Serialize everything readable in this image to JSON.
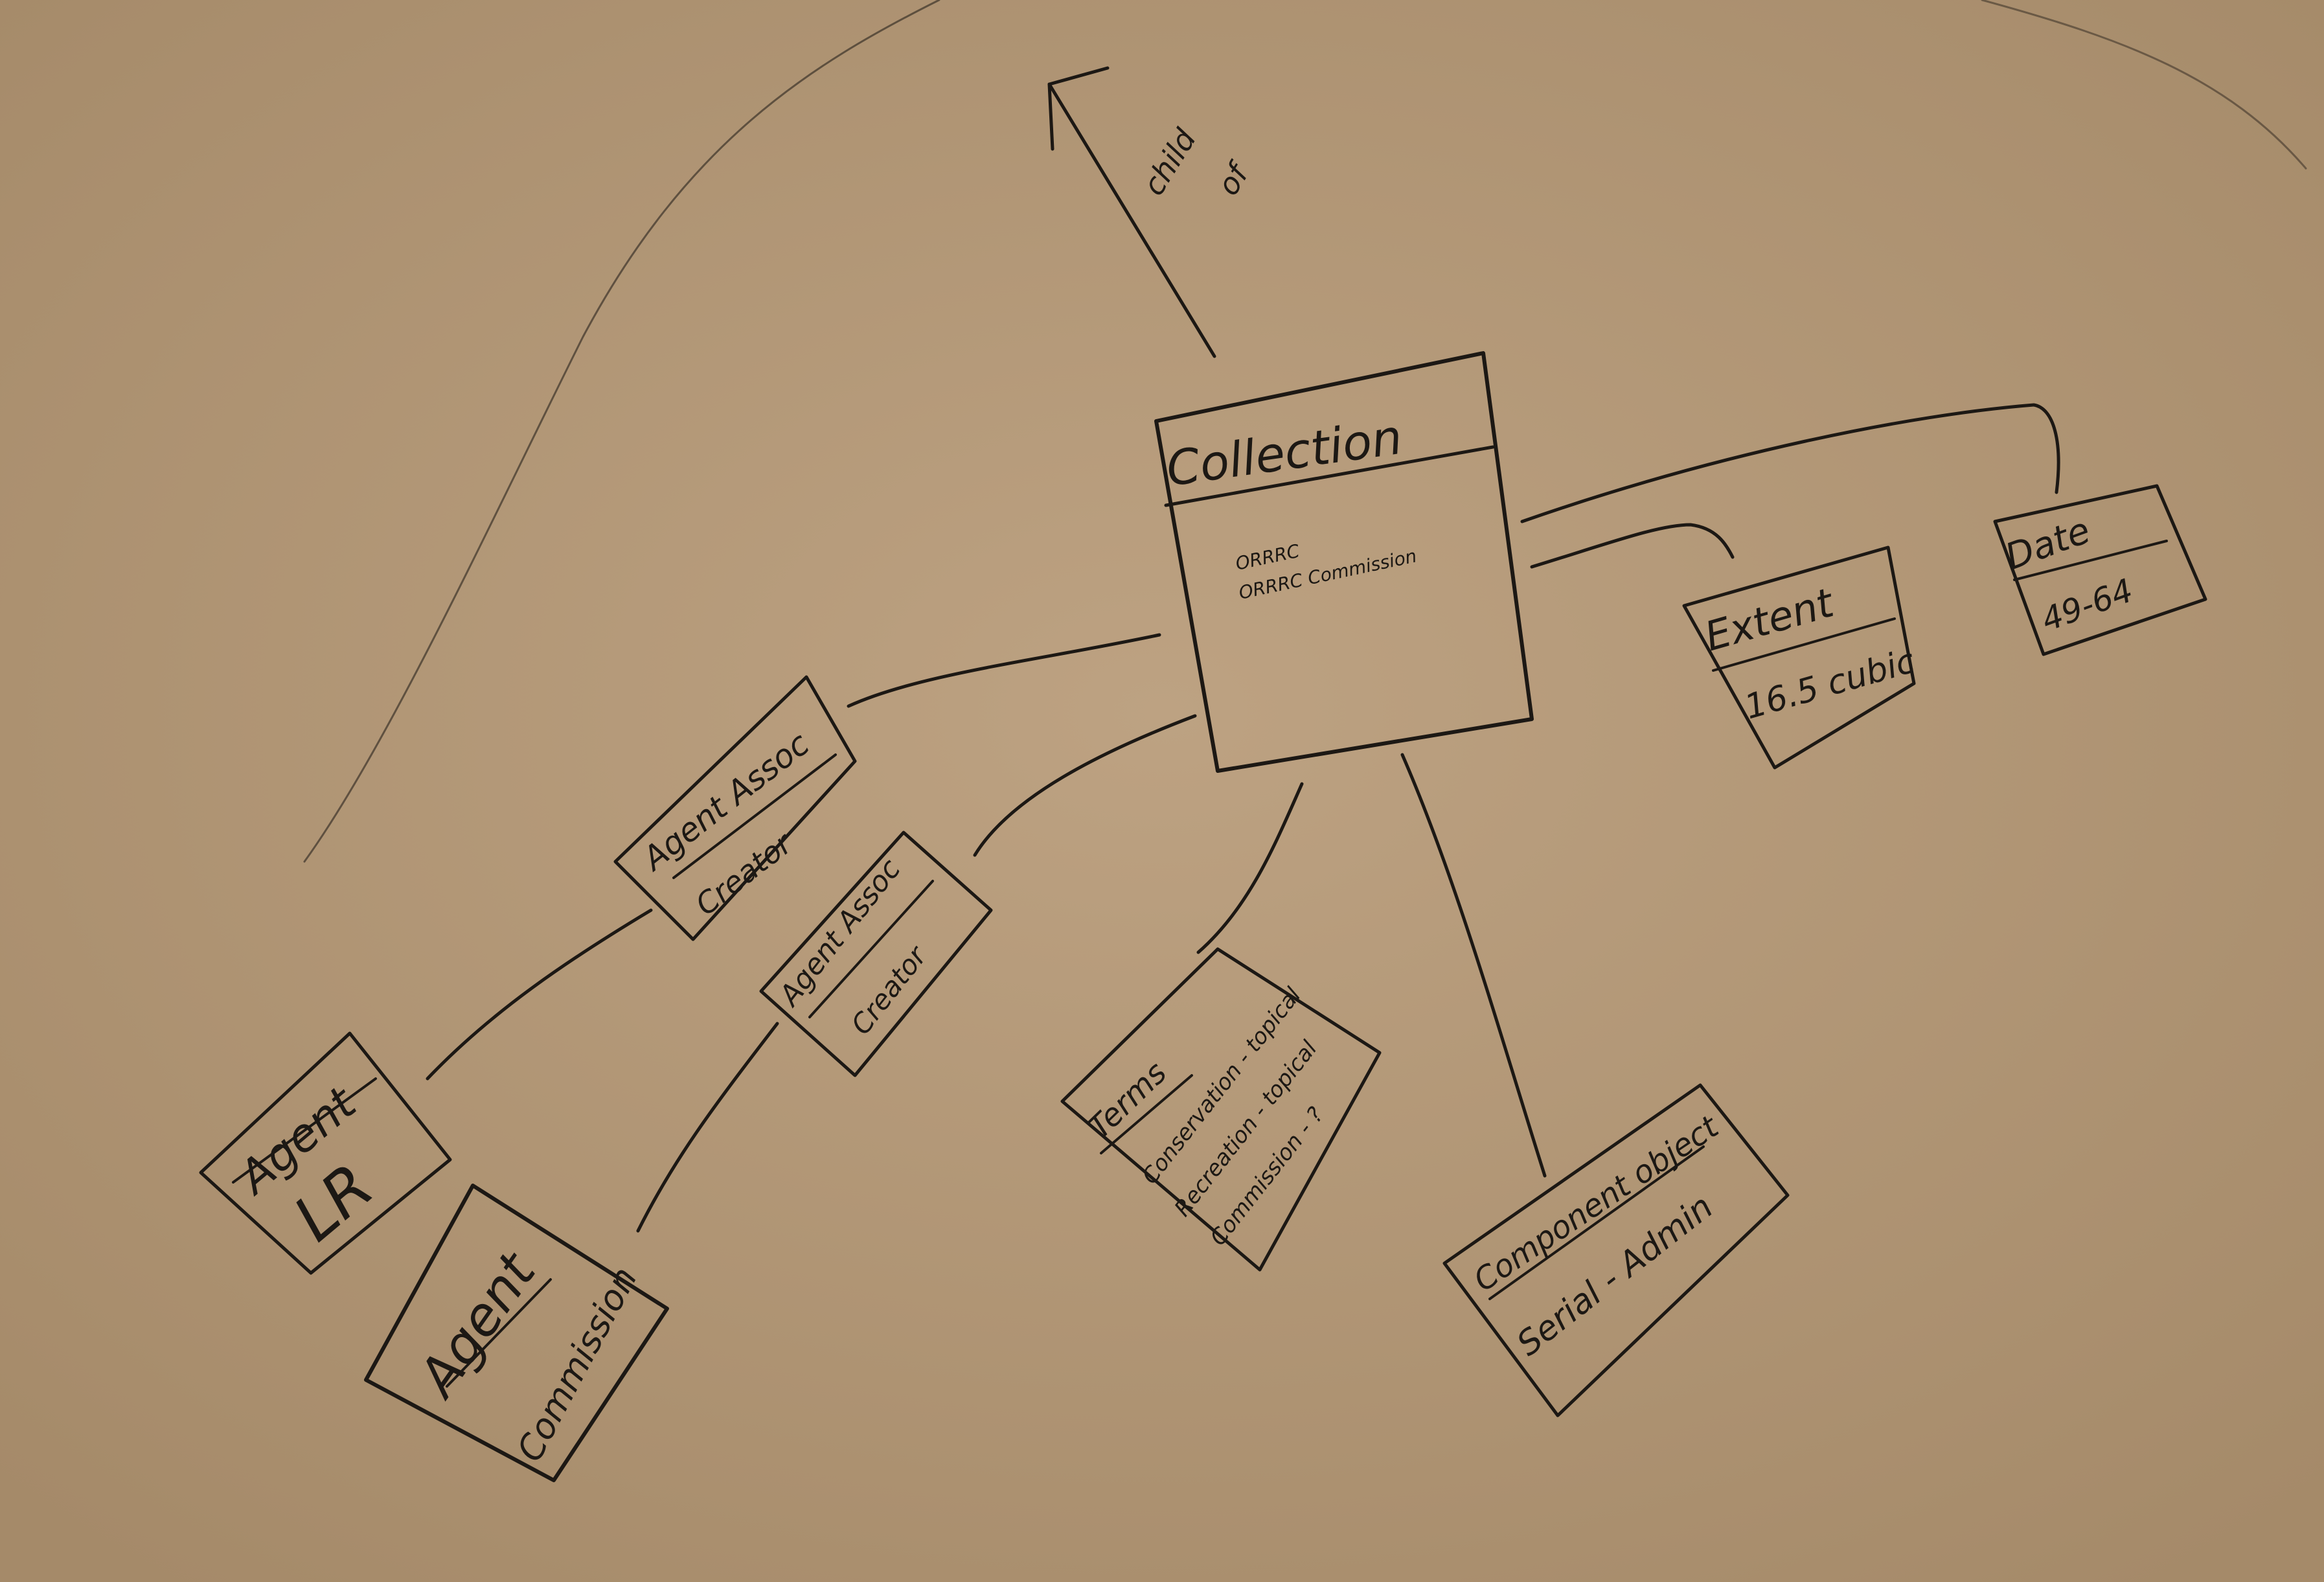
{
  "diagram": {
    "relation_label_1": "child",
    "relation_label_2": "of",
    "collection": {
      "title": "Collection",
      "body_line_1": "ORRRC",
      "body_line_2": "ORRRC Commission"
    },
    "extent": {
      "title": "Extent",
      "value": "16.5 cubic"
    },
    "date": {
      "title": "Date",
      "value": "49-64"
    },
    "agent_assoc_1": {
      "title": "Agent Assoc",
      "value": "Creator"
    },
    "agent_assoc_2": {
      "title": "Agent Assoc",
      "value": "Creator"
    },
    "agent_lr": {
      "title": "Agent",
      "value": "LR"
    },
    "agent_commission": {
      "title": "Agent",
      "value": "Commission"
    },
    "terms": {
      "title": "Terms",
      "line_1": "Conservation - topical",
      "line_2": "Recreation - topical",
      "line_3": "Commission - ?"
    },
    "component": {
      "title": "Component object",
      "value": "Serial - Admin"
    }
  }
}
